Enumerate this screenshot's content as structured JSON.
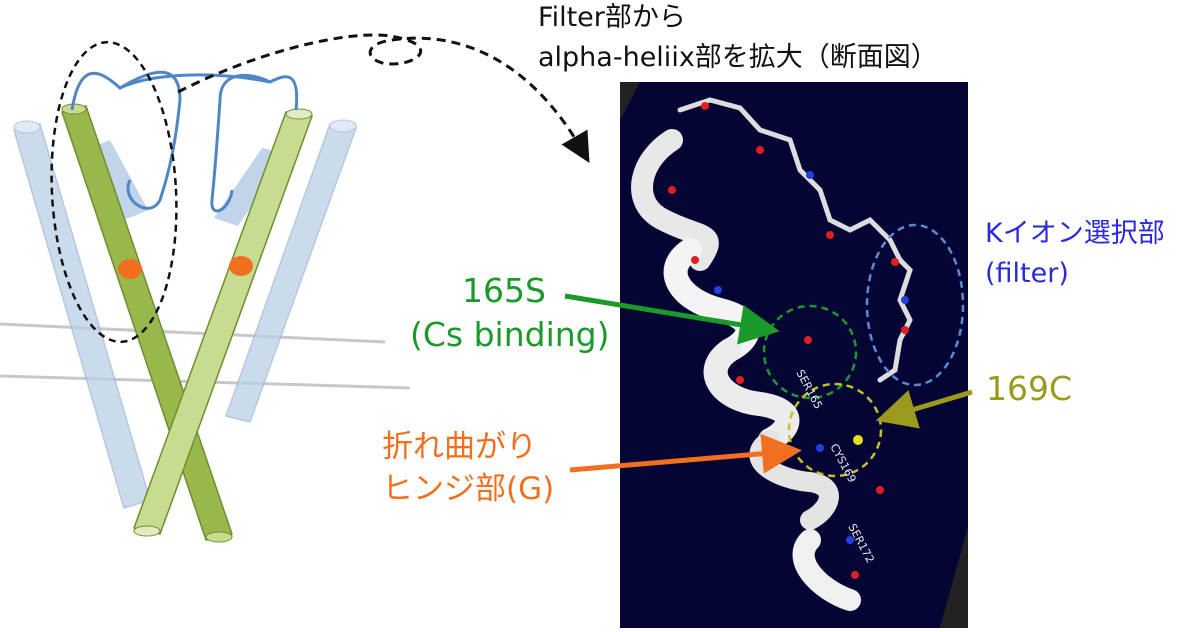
{
  "title": {
    "line1": "Filter部から",
    "line2": "alpha-heliix部を拡大（断面図）"
  },
  "labels": {
    "s165_line1": "165S",
    "s165_line2": "(Cs binding)",
    "k_select_line1": "Kイオン選択部",
    "k_select_line2": "(filter)",
    "c169": "169C",
    "hinge_line1": "折れ曲がり",
    "hinge_line2": "ヒンジ部(G)"
  },
  "molecule_labels": {
    "ser": "SER165",
    "cys": "CYS169",
    "ser72": "SER172"
  },
  "colors": {
    "green_label": "#1a9a2a",
    "blue_label": "#2a2adc",
    "olive_label": "#9a9a1c",
    "orange_label": "#f07020",
    "structure_bg": "#050535"
  }
}
